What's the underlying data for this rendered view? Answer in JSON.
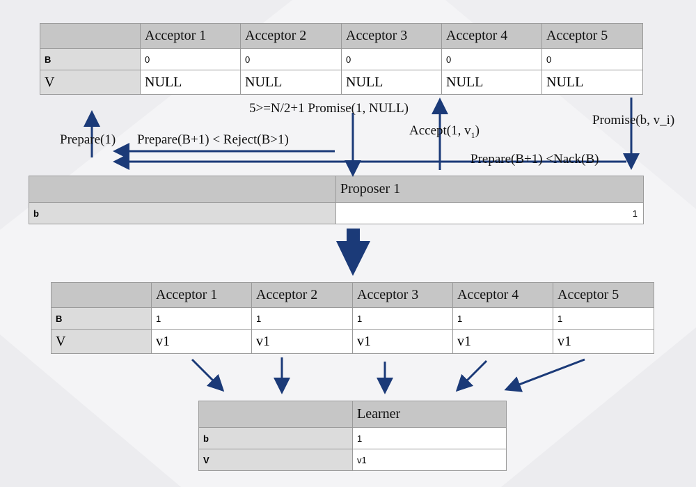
{
  "top_table": {
    "headers": [
      "Acceptor 1",
      "Acceptor 2",
      "Acceptor 3",
      "Acceptor 4",
      "Acceptor 5"
    ],
    "row_b_label": "B",
    "row_b": [
      "0",
      "0",
      "0",
      "0",
      "0"
    ],
    "row_v_label": "V",
    "row_v": [
      "NULL",
      "NULL",
      "NULL",
      "NULL",
      "NULL"
    ]
  },
  "proposer": {
    "title": "Proposer 1",
    "b_label": "b",
    "b_value": "1"
  },
  "bottom_table": {
    "headers": [
      "Acceptor 1",
      "Acceptor 2",
      "Acceptor 3",
      "Acceptor 4",
      "Acceptor 5"
    ],
    "row_b_label": "B",
    "row_b": [
      "1",
      "1",
      "1",
      "1",
      "1"
    ],
    "row_v_label": "V",
    "row_v": [
      "v1",
      "v1",
      "v1",
      "v1",
      "v1"
    ]
  },
  "learner": {
    "title": "Learner",
    "b_label": "b",
    "b_value": "1",
    "v_label": "V",
    "v_value": "v1"
  },
  "labels": {
    "prepare": "Prepare(1)",
    "prepare_reject": "Prepare(B+1) < Reject(B>1)",
    "promise_quorum": "5>=N/2+1 Promise(1, NULL)",
    "accept": "Accept(1, v",
    "accept_sub": "1",
    "accept_close": ")",
    "promise_bvi": "Promise(b, v_i)",
    "prepare_nack": "Prepare(B+1) <Nack(B)"
  },
  "colors": {
    "arrow": "#1b3a78",
    "header_bg": "#c6c6c6",
    "rowhead_bg": "#dcdcdc"
  }
}
